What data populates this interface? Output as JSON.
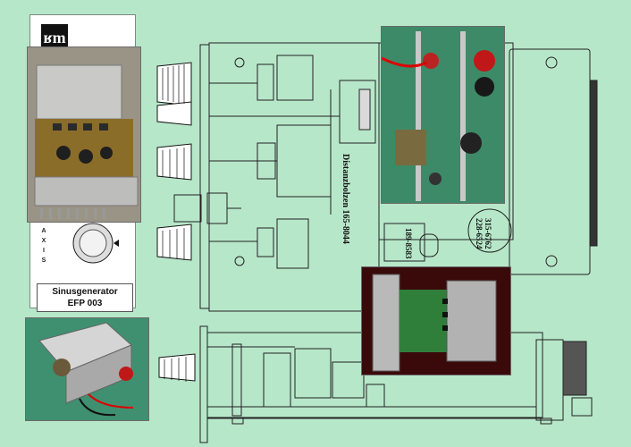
{
  "front_panel": {
    "title_line1": "Sinusgenerator",
    "title_line2": "EFP 003",
    "axis_label": "AXIS"
  },
  "drawing_labels": {
    "distance_bolt": "Distanzbolzen 165-8044",
    "part_a": "189-8583",
    "part_b": "315-6762",
    "part_c": "228-6524"
  }
}
